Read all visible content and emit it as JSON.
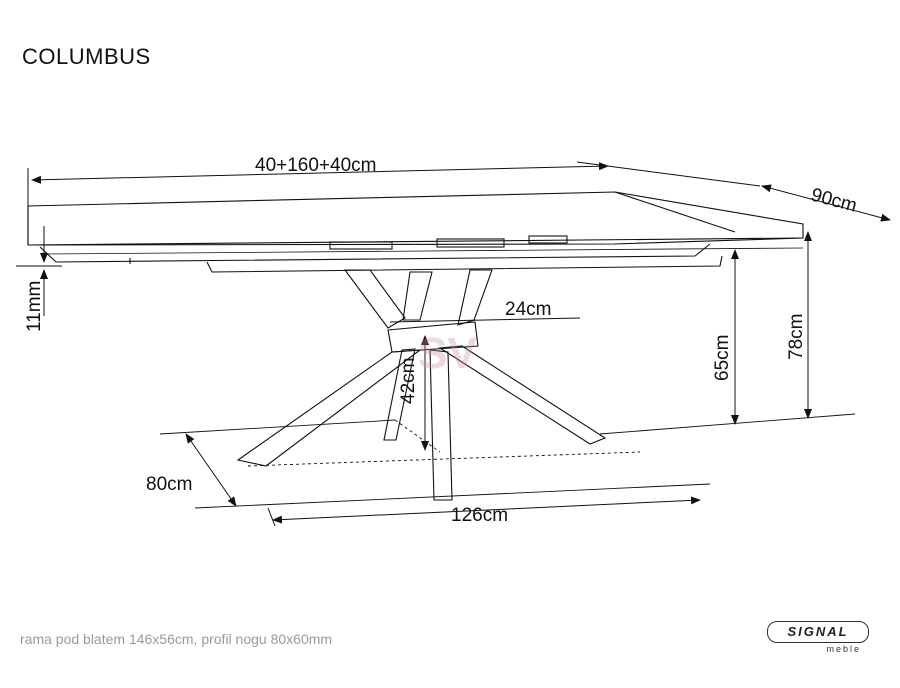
{
  "title": "COLUMBUS",
  "dimensions": {
    "length": "40+160+40cm",
    "width": "90cm",
    "top_thickness": "11mm",
    "leg_width": "24cm",
    "leg_height": "42cm",
    "clearance": "65cm",
    "total_height": "78cm",
    "base_depth": "80cm",
    "base_length": "126cm"
  },
  "watermark": "SV",
  "footer_note": "rama pod blatem 146x56cm, profil nogu 80x60mm",
  "brand": {
    "name": "SIGNAL",
    "sub": "meble"
  }
}
